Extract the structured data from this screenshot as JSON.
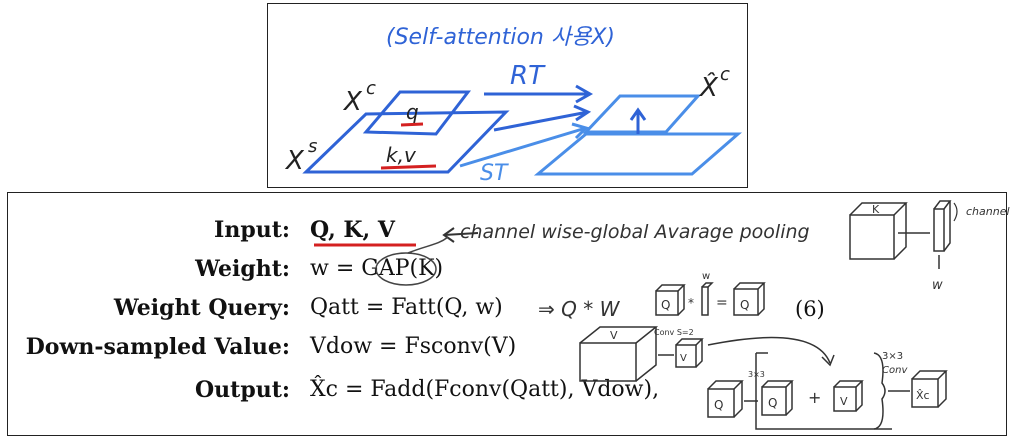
{
  "sketch": {
    "caption": "(Self-attention 사용X)",
    "label_xc": "X",
    "label_xc_sup": "c",
    "label_xs": "X",
    "label_xs_sup": "s",
    "label_q": "q",
    "label_kv": "k,v",
    "label_rt": "RT",
    "label_st": "ST",
    "label_xhat": "X̂",
    "label_xhat_sup": "c"
  },
  "equations": {
    "rows": [
      {
        "label": "Input:",
        "formula": "Q, K, V"
      },
      {
        "label": "Weight:",
        "formula": "w = GAP(K)"
      },
      {
        "label": "Weight Query:",
        "formula": "Qatt = Fatt(Q, w)"
      },
      {
        "label": "Down-sampled Value:",
        "formula": "Vdow = Fsconv(V)"
      },
      {
        "label": "Output:",
        "formula": "X̂c = Fadd(Fconv(Qatt), Vdow),"
      }
    ],
    "equation_number": "(6)"
  },
  "notes": {
    "gap_note": "channel wise-global Avarage pooling",
    "k_box": "K",
    "channel": "channel",
    "w_label": "w",
    "weight_query_note": "⇒ Q * W",
    "q_box": "Q",
    "w_small": "w",
    "v_box": "V",
    "conv_note": "Conv S=2",
    "conv_3x3_a": "3×3",
    "conv_3x3_b": "3×3",
    "conv_word": "Conv",
    "xhat_box": "X̂c"
  },
  "colors": {
    "pen_blue": "#2f63d6",
    "pen_light_blue": "#4a8ee8",
    "red_underline": "#d42020",
    "pencil": "#333333"
  }
}
